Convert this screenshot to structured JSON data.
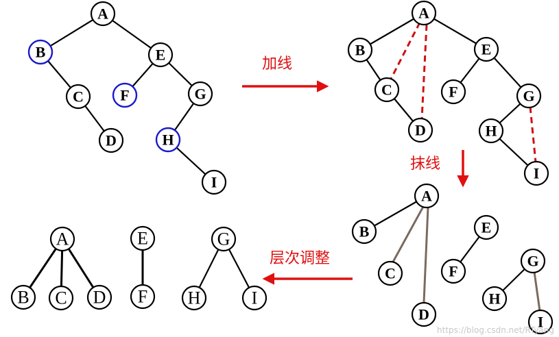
{
  "diagram": {
    "labels": {
      "add_lines": "加线",
      "erase_lines": "抹线",
      "level_adjust": "层次调整"
    },
    "watermark": "https://blog.csdn.net/RTyang",
    "colors": {
      "highlight": "#1a1acc",
      "arrow": "#e01010",
      "dashed": "#cc1111",
      "erased": "#7a6a5e"
    },
    "node_labels": {
      "A": "A",
      "B": "B",
      "C": "C",
      "D": "D",
      "E": "E",
      "F": "F",
      "G": "G",
      "H": "H",
      "I": "I"
    }
  }
}
